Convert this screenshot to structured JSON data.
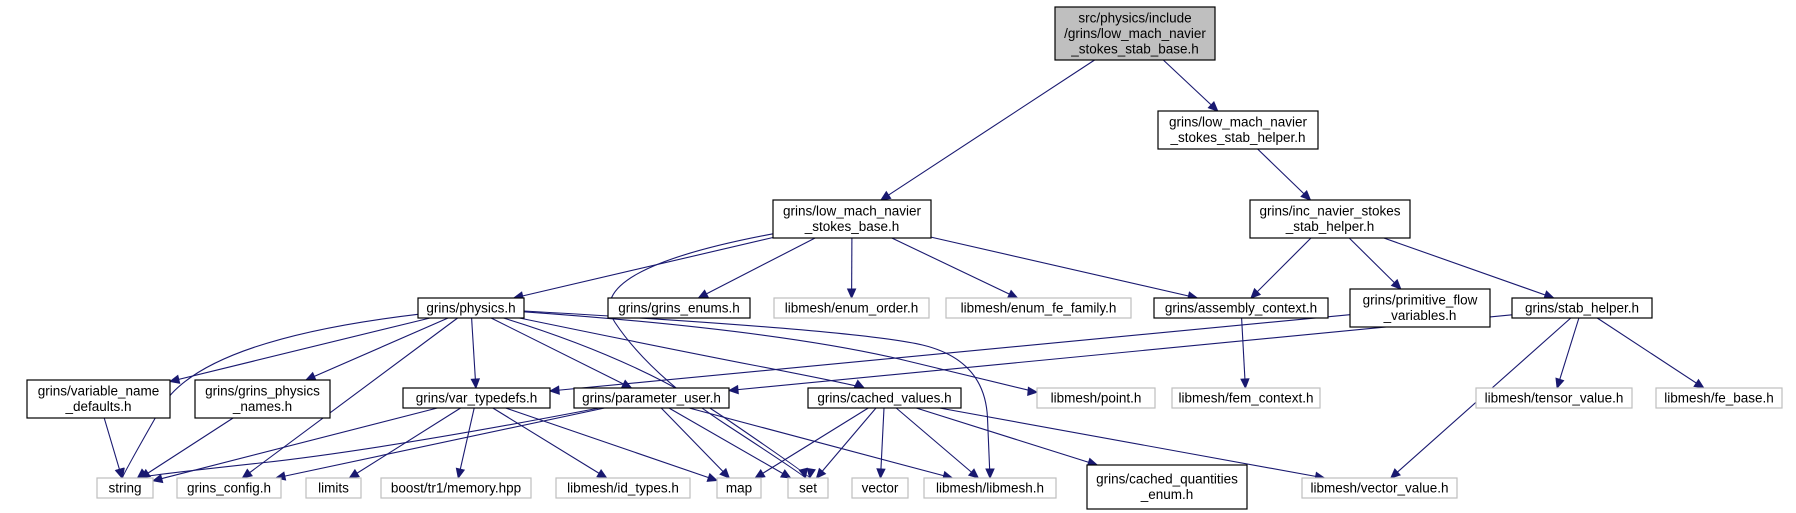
{
  "colors": {
    "edge": "#191970",
    "root_fill": "#bfbfbf",
    "internal_border": "#000000",
    "external_border": "#bfbfbf"
  },
  "nodes": [
    {
      "id": "root",
      "kind": "root",
      "lines": [
        "src/physics/include",
        "/grins/low_mach_navier",
        "_stokes_stab_base.h"
      ]
    },
    {
      "id": "lmns_helper",
      "kind": "internal",
      "lines": [
        "grins/low_mach_navier",
        "_stokes_stab_helper.h"
      ]
    },
    {
      "id": "lmns_base",
      "kind": "internal",
      "lines": [
        "grins/low_mach_navier",
        "_stokes_base.h"
      ]
    },
    {
      "id": "inc_helper",
      "kind": "internal",
      "lines": [
        "grins/inc_navier_stokes",
        "_stab_helper.h"
      ]
    },
    {
      "id": "physics",
      "kind": "internal",
      "lines": [
        "grins/physics.h"
      ]
    },
    {
      "id": "grins_enums",
      "kind": "internal",
      "lines": [
        "grins/grins_enums.h"
      ]
    },
    {
      "id": "enum_order",
      "kind": "external",
      "lines": [
        "libmesh/enum_order.h"
      ]
    },
    {
      "id": "enum_fe_family",
      "kind": "external",
      "lines": [
        "libmesh/enum_fe_family.h"
      ]
    },
    {
      "id": "assembly_context",
      "kind": "internal",
      "lines": [
        "grins/assembly_context.h"
      ]
    },
    {
      "id": "primitive_flow",
      "kind": "internal",
      "lines": [
        "grins/primitive_flow",
        "_variables.h"
      ]
    },
    {
      "id": "stab_helper",
      "kind": "internal",
      "lines": [
        "grins/stab_helper.h"
      ]
    },
    {
      "id": "variable_name",
      "kind": "internal",
      "lines": [
        "grins/variable_name",
        "_defaults.h"
      ]
    },
    {
      "id": "physics_names",
      "kind": "internal",
      "lines": [
        "grins/grins_physics",
        "_names.h"
      ]
    },
    {
      "id": "var_typedefs",
      "kind": "internal",
      "lines": [
        "grins/var_typedefs.h"
      ]
    },
    {
      "id": "parameter_user",
      "kind": "internal",
      "lines": [
        "grins/parameter_user.h"
      ]
    },
    {
      "id": "cached_values",
      "kind": "internal",
      "lines": [
        "grins/cached_values.h"
      ]
    },
    {
      "id": "point",
      "kind": "external",
      "lines": [
        "libmesh/point.h"
      ]
    },
    {
      "id": "fem_context",
      "kind": "external",
      "lines": [
        "libmesh/fem_context.h"
      ]
    },
    {
      "id": "tensor_value",
      "kind": "external",
      "lines": [
        "libmesh/tensor_value.h"
      ]
    },
    {
      "id": "fe_base",
      "kind": "external",
      "lines": [
        "libmesh/fe_base.h"
      ]
    },
    {
      "id": "string",
      "kind": "external",
      "lines": [
        "string"
      ]
    },
    {
      "id": "grins_config",
      "kind": "external",
      "lines": [
        "grins_config.h"
      ]
    },
    {
      "id": "limits",
      "kind": "external",
      "lines": [
        "limits"
      ]
    },
    {
      "id": "boost_memory",
      "kind": "external",
      "lines": [
        "boost/tr1/memory.hpp"
      ]
    },
    {
      "id": "id_types",
      "kind": "external",
      "lines": [
        "libmesh/id_types.h"
      ]
    },
    {
      "id": "map",
      "kind": "external",
      "lines": [
        "map"
      ]
    },
    {
      "id": "set",
      "kind": "external",
      "lines": [
        "set"
      ]
    },
    {
      "id": "vector",
      "kind": "external",
      "lines": [
        "vector"
      ]
    },
    {
      "id": "libmesh",
      "kind": "external",
      "lines": [
        "libmesh/libmesh.h"
      ]
    },
    {
      "id": "cached_quantities",
      "kind": "internal",
      "lines": [
        "grins/cached_quantities",
        "_enum.h"
      ]
    },
    {
      "id": "vector_value",
      "kind": "external",
      "lines": [
        "libmesh/vector_value.h"
      ]
    }
  ],
  "edges": [
    [
      "root",
      "lmns_base"
    ],
    [
      "root",
      "lmns_helper"
    ],
    [
      "lmns_helper",
      "inc_helper"
    ],
    [
      "lmns_base",
      "physics"
    ],
    [
      "lmns_base",
      "grins_enums"
    ],
    [
      "lmns_base",
      "enum_order"
    ],
    [
      "lmns_base",
      "enum_fe_family"
    ],
    [
      "lmns_base",
      "assembly_context"
    ],
    [
      "lmns_base",
      "set"
    ],
    [
      "inc_helper",
      "assembly_context"
    ],
    [
      "inc_helper",
      "primitive_flow"
    ],
    [
      "inc_helper",
      "stab_helper"
    ],
    [
      "assembly_context",
      "fem_context"
    ],
    [
      "primitive_flow",
      "var_typedefs"
    ],
    [
      "stab_helper",
      "parameter_user"
    ],
    [
      "stab_helper",
      "tensor_value"
    ],
    [
      "stab_helper",
      "fe_base"
    ],
    [
      "stab_helper",
      "vector_value"
    ],
    [
      "physics",
      "string"
    ],
    [
      "physics",
      "variable_name"
    ],
    [
      "physics",
      "physics_names"
    ],
    [
      "physics",
      "grins_config"
    ],
    [
      "physics",
      "var_typedefs"
    ],
    [
      "physics",
      "parameter_user"
    ],
    [
      "physics",
      "cached_values"
    ],
    [
      "physics",
      "set"
    ],
    [
      "physics",
      "point"
    ],
    [
      "physics",
      "libmesh"
    ],
    [
      "variable_name",
      "string"
    ],
    [
      "physics_names",
      "string"
    ],
    [
      "var_typedefs",
      "string"
    ],
    [
      "var_typedefs",
      "limits"
    ],
    [
      "var_typedefs",
      "boost_memory"
    ],
    [
      "var_typedefs",
      "id_types"
    ],
    [
      "var_typedefs",
      "map"
    ],
    [
      "parameter_user",
      "string"
    ],
    [
      "parameter_user",
      "grins_config"
    ],
    [
      "parameter_user",
      "map"
    ],
    [
      "parameter_user",
      "set"
    ],
    [
      "parameter_user",
      "libmesh"
    ],
    [
      "cached_values",
      "map"
    ],
    [
      "cached_values",
      "set"
    ],
    [
      "cached_values",
      "vector"
    ],
    [
      "cached_values",
      "libmesh"
    ],
    [
      "cached_values",
      "cached_quantities"
    ],
    [
      "cached_values",
      "vector_value"
    ]
  ]
}
